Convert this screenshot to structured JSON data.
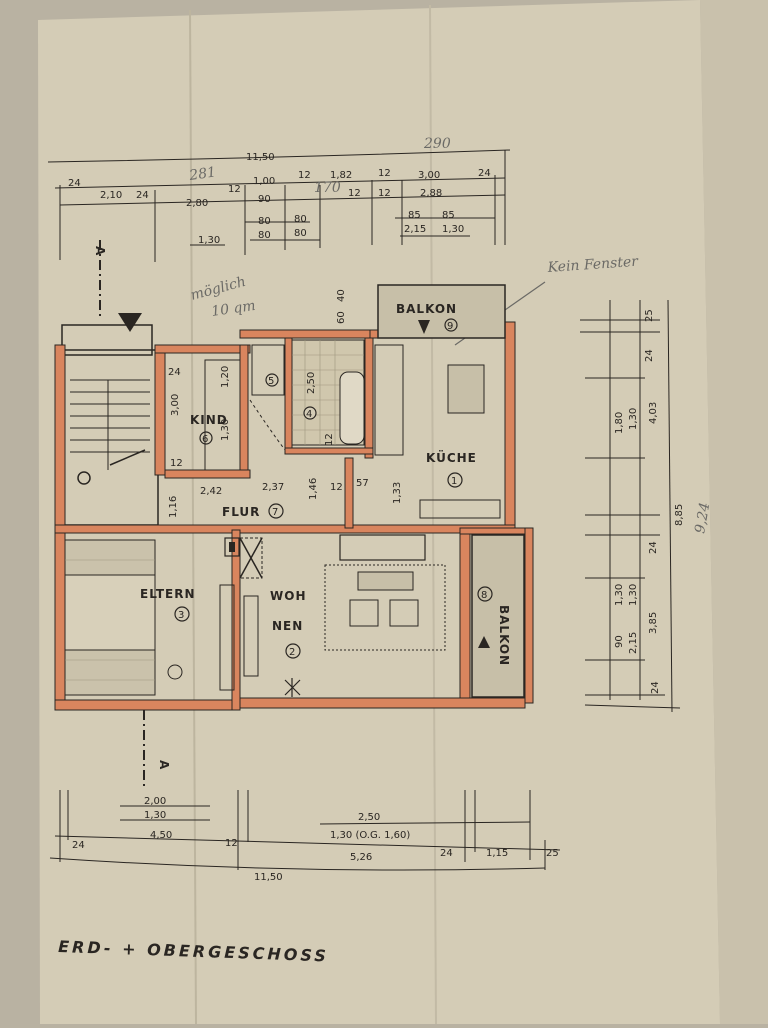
{
  "plan": {
    "title": "ERD- + OBERGESCHOSS",
    "section_marks": [
      "A",
      "A"
    ],
    "rooms": [
      {
        "id": "kind",
        "name": "KIND",
        "number": "6"
      },
      {
        "id": "kueche",
        "name": "KÜCHE",
        "number": "1"
      },
      {
        "id": "flur",
        "name": "FLUR",
        "number": "7"
      },
      {
        "id": "eltern",
        "name": "ELTERN",
        "number": "3"
      },
      {
        "id": "wohnen",
        "name_line1": "WOH",
        "name_line2": "NEN",
        "number": "2"
      },
      {
        "id": "balkon_top",
        "name": "BALKON",
        "number": "9"
      },
      {
        "id": "balkon_right",
        "name": "BALKON",
        "number": "8"
      },
      {
        "id": "wc",
        "number": "5"
      },
      {
        "id": "bad",
        "number": "4"
      }
    ],
    "handwritten": {
      "top_total": "290",
      "top_left": "281",
      "top_mid": "170",
      "kind_note_line1": "möglich",
      "kind_note_line2": "10 qm",
      "kitchen_note": "Kein Fenster",
      "right_total": "9,24"
    },
    "dims_top": {
      "overall": "11,50",
      "row1": [
        "24",
        "2,10",
        "24",
        "2,80",
        "12",
        "1,00",
        "12",
        "1,82",
        "12",
        "3,00",
        "24"
      ],
      "row2": [
        "90",
        "12",
        "12",
        "2,88"
      ],
      "row3": [
        "80",
        "80",
        "85",
        "85"
      ],
      "row4": [
        "1,30",
        "80",
        "80",
        "2,15",
        "1,30"
      ]
    },
    "dims_bottom": {
      "row1": [
        "2,00",
        "1,30",
        "2,50",
        "1,30 (O.G. 1,60)"
      ],
      "row2": [
        "24",
        "4,50",
        "12",
        "5,26",
        "24",
        "1,15",
        "25"
      ],
      "overall": "11,50"
    },
    "dims_right": [
      "25",
      "24",
      "1,80",
      "1,30",
      "4,03",
      "24",
      "8,85",
      "1,30",
      "1,30",
      "90",
      "2,15",
      "3,85",
      "24"
    ],
    "dims_interior": [
      "24",
      "3,00",
      "12",
      "1,20",
      "1,30",
      "2,50",
      "12",
      "2,42",
      "2,37",
      "1,46",
      "57",
      "1,33",
      "12",
      "1,16",
      "60",
      "40"
    ],
    "colors": {
      "wall": "#d9855e",
      "paper": "#d4ccb6",
      "ink": "#2a2622"
    }
  }
}
